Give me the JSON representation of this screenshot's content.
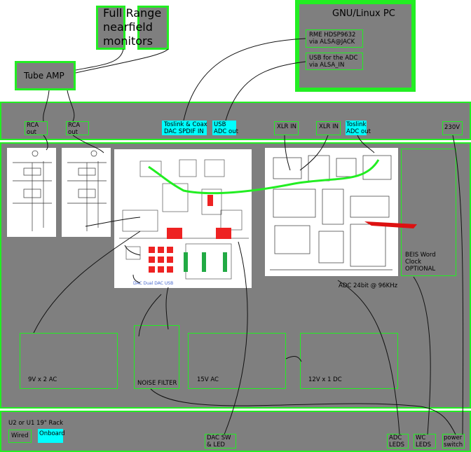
{
  "monitors": {
    "label": "Full Range nearfield monitors"
  },
  "pc": {
    "title": "GNU/Linux PC",
    "rme_label": "RME HDSP9632 via ALSA@JACK",
    "usb_label": "USB for the ADC via ALSA_IN"
  },
  "tube_amp": {
    "label": "Tube AMP"
  },
  "rear_panel": {
    "rca_out_1": "RCA out",
    "rca_out_2": "RCA out",
    "toslink_coax": "Toslink & Coax DAC SPDIF IN",
    "usb_adc_out": "USB ADC out",
    "xlr_in_1": "XLR IN",
    "xlr_in_2": "XLR IN",
    "toslink_adc_out": "Toslink ADC out",
    "power_230v": "230V"
  },
  "modules": {
    "dac_board_caption": "DAC  Dual DAC USB",
    "adc_label": "ADC 24bit @ 96KHz",
    "word_clock": "BEIS Word Clock OPTIONAL",
    "psu_9v": "9V x 2 AC",
    "noise_filter": "NOISE FILTER",
    "psu_15v": "15V AC",
    "psu_12v": "12V x 1 DC"
  },
  "front_panel": {
    "rack_label": "U2 or U1 19\" Rack",
    "legend_wired": "Wired",
    "legend_onboard": "Onboard",
    "dac_sw_led": "DAC SW & LED",
    "adc_leds": "ADC LEDS",
    "wc_leds": "WC LEDS",
    "power_switch": "power switch"
  },
  "colors": {
    "green": "#22ee22",
    "gray": "#7f7f7f",
    "cyan": "#00ffff",
    "red": "#ee2222"
  }
}
